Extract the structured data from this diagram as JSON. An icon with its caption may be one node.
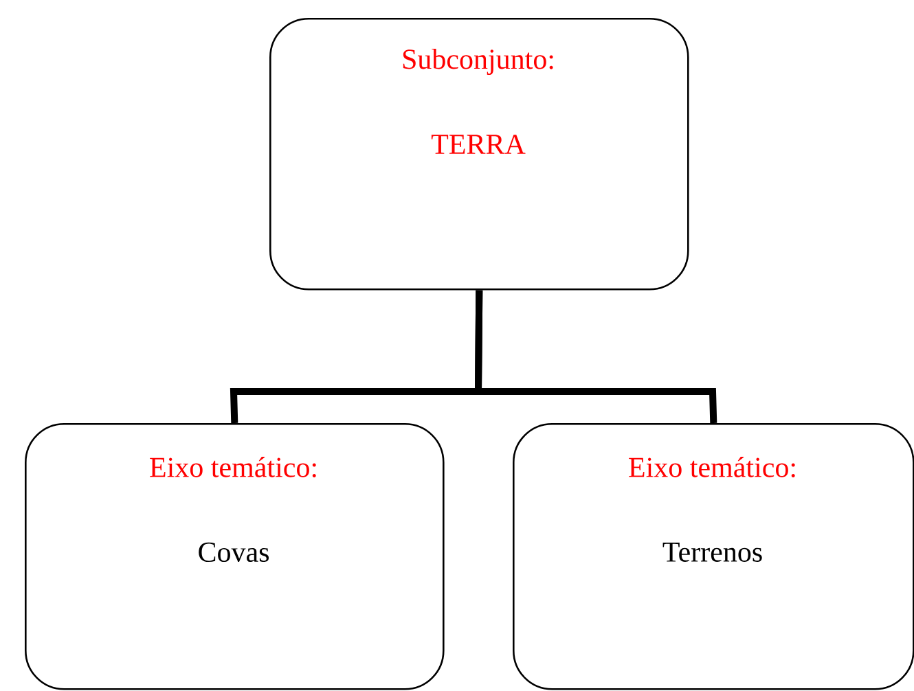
{
  "diagram": {
    "nodes": [
      {
        "text": [
          "Subconjunto:",
          "TERRA"
        ]
      },
      {
        "text": [
          "Eixo temático:",
          "Covas"
        ]
      },
      {
        "text": [
          "Eixo temático:",
          "Terrenos"
        ]
      }
    ],
    "edges": [
      {
        "from": 0,
        "to": 1,
        "arrow": "none"
      },
      {
        "from": 0,
        "to": 2,
        "arrow": "none"
      }
    ]
  }
}
